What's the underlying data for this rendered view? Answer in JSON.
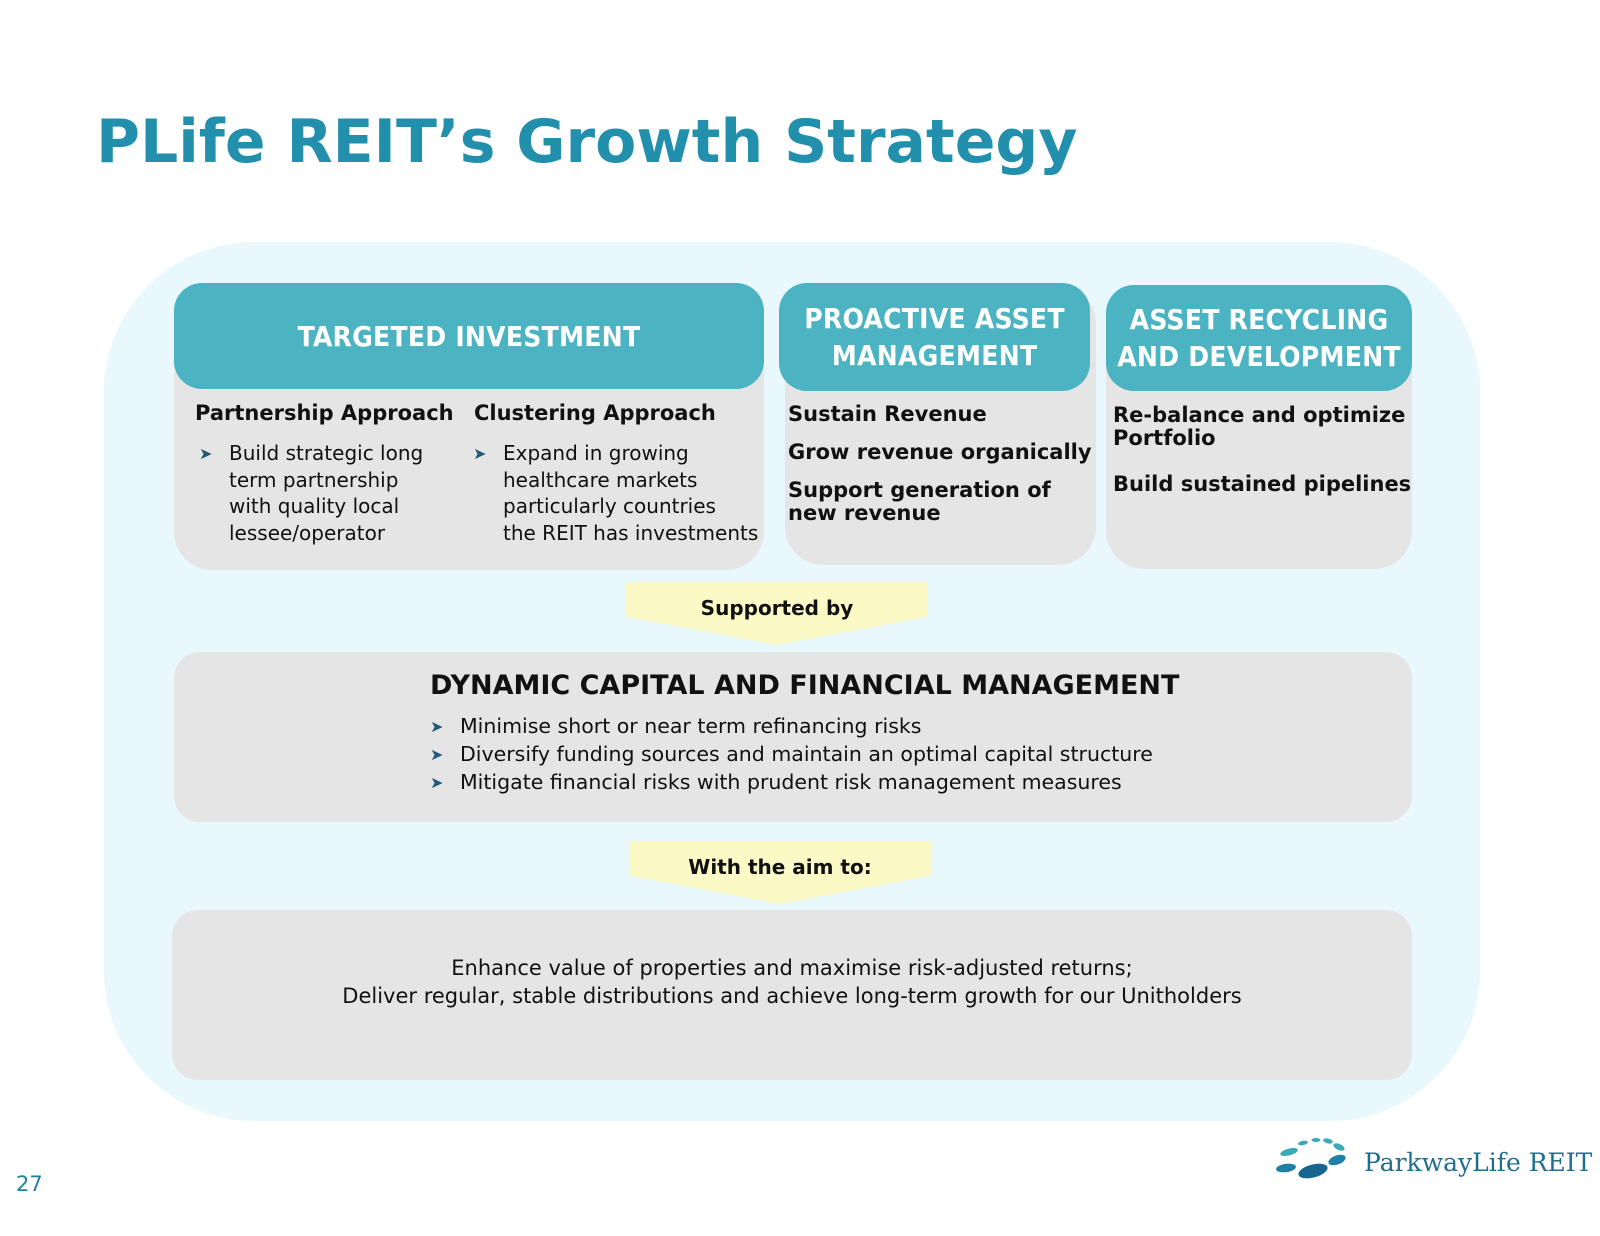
{
  "slide": {
    "title": "PLife REIT’s Growth Strategy",
    "page_number": "27"
  },
  "targeted_investment": {
    "heading": "TARGETED INVESTMENT",
    "columns": [
      {
        "subheading": "Partnership Approach",
        "bullets": [
          "Build strategic long term partnership with quality local lessee/operator"
        ],
        "lines": [
          "Build strategic long",
          "term partnership",
          "with quality local",
          "lessee/operator"
        ]
      },
      {
        "subheading": "Clustering Approach",
        "bullets": [
          "Expand in growing healthcare markets particularly countries the REIT has investments"
        ],
        "lines": [
          "Expand in growing",
          "healthcare markets",
          "particularly countries",
          "the REIT has investments"
        ]
      }
    ]
  },
  "proactive_asset_management": {
    "heading_lines": [
      "PROACTIVE ASSET",
      "MANAGEMENT"
    ],
    "items": [
      "Sustain Revenue",
      "Grow revenue organically",
      "Support generation of",
      "new revenue"
    ]
  },
  "asset_recycling": {
    "heading_lines": [
      "ASSET RECYCLING",
      "AND DEVELOPMENT"
    ],
    "items": [
      "Re-balance and optimize",
      "Portfolio",
      "Build sustained pipelines"
    ]
  },
  "connectors": {
    "supported_by": "Supported by",
    "with_the_aim_to": "With the aim to:"
  },
  "dynamic_capital": {
    "heading": "DYNAMIC CAPITAL AND FINANCIAL MANAGEMENT",
    "bullets": [
      "Minimise short or near term refinancing risks",
      "Diversify funding sources and maintain an optimal capital structure",
      "Mitigate financial risks with prudent risk management measures"
    ]
  },
  "aim": {
    "lines": [
      "Enhance value of properties and maximise risk-adjusted returns;",
      "Deliver regular, stable distributions and achieve long-term growth for our Unitholders"
    ]
  },
  "logo": {
    "text": "ParkwayLife REIT",
    "icon": "dots-swirl-logo-icon",
    "colors": [
      "#3aa9b8",
      "#1f7fa6",
      "#16668f"
    ]
  },
  "colors": {
    "title": "#228fad",
    "header_fill": "#4bb3c1",
    "card_fill": "#e5e5e5",
    "outer_fill": "#e8f8fd",
    "connector_fill": "#fbfac6",
    "bullet_arrow": "#225a78"
  }
}
